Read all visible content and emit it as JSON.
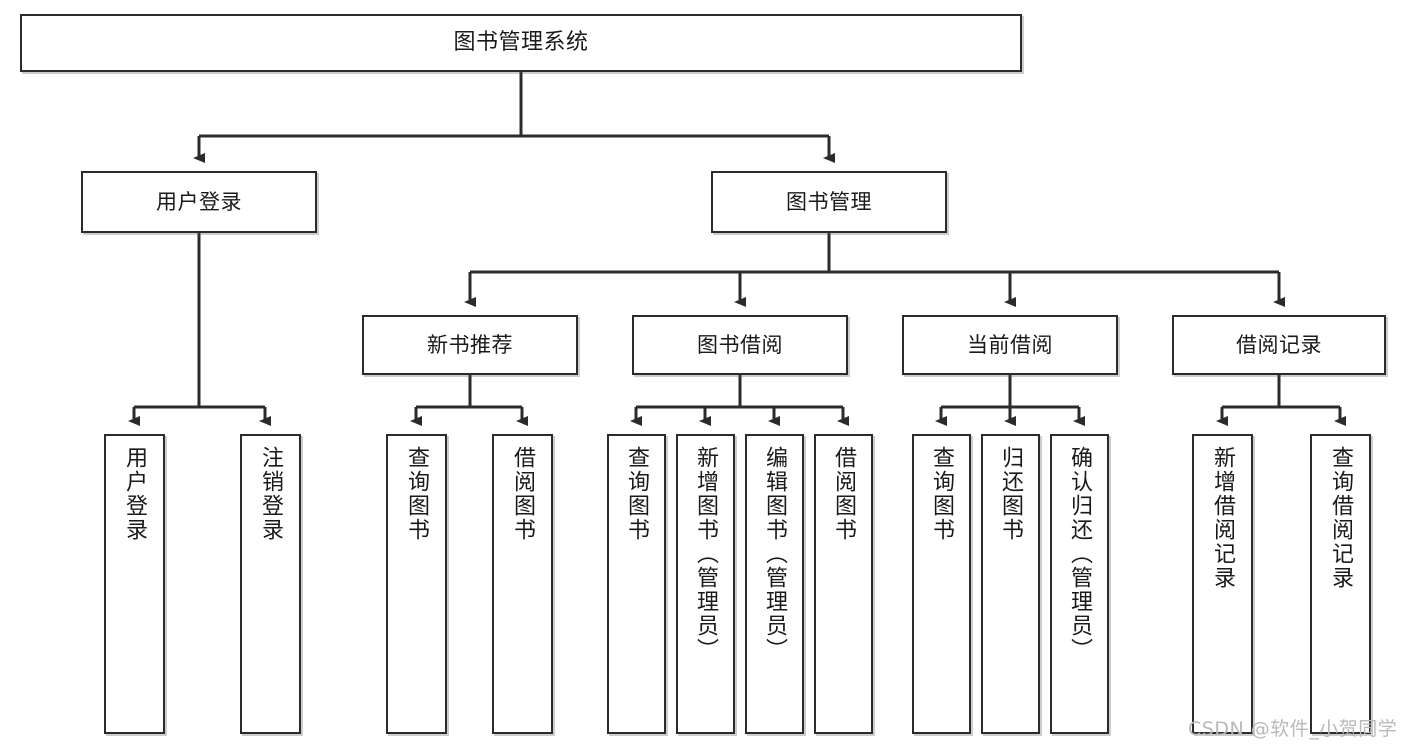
{
  "diagram": {
    "type": "tree-hierarchy",
    "title": "图书管理系统",
    "watermark": "CSDN @软件_小贺同学",
    "colors": {
      "box_border": "#2b2b2b",
      "box_fill": "#ffffff",
      "edge": "#2b2b2b",
      "text": "#1a1a1a",
      "watermark": "#b9b9b9"
    },
    "levels": {
      "level1_label": "图书管理系统",
      "level2_labels": [
        "用户登录",
        "图书管理"
      ],
      "level3_labels": [
        "新书推荐",
        "图书借阅",
        "当前借阅",
        "借阅记录"
      ]
    },
    "nodes": {
      "root": {
        "id": "root",
        "label": "图书管理系统",
        "orientation": "horizontal"
      },
      "user_login": {
        "id": "user_login",
        "label": "用户登录",
        "orientation": "horizontal"
      },
      "book_manage": {
        "id": "book_manage",
        "label": "图书管理",
        "orientation": "horizontal"
      },
      "new_book_rec": {
        "id": "new_book_rec",
        "label": "新书推荐",
        "orientation": "horizontal"
      },
      "book_borrow": {
        "id": "book_borrow",
        "label": "图书借阅",
        "orientation": "horizontal"
      },
      "current_borrow": {
        "id": "current_borrow",
        "label": "当前借阅",
        "orientation": "horizontal"
      },
      "borrow_record": {
        "id": "borrow_record",
        "label": "借阅记录",
        "orientation": "horizontal"
      },
      "leaf_user_login": {
        "id": "leaf_user_login",
        "label": "用户登录",
        "orientation": "vertical",
        "parent": "用户登录"
      },
      "leaf_logout": {
        "id": "leaf_logout",
        "label": "注销登录",
        "orientation": "vertical",
        "parent": "用户登录"
      },
      "leaf_query_book_rec": {
        "id": "leaf_query_book_rec",
        "label": "查询图书",
        "orientation": "vertical",
        "parent": "新书推荐"
      },
      "leaf_borrow_book_rec": {
        "id": "leaf_borrow_book_rec",
        "label": "借阅图书",
        "orientation": "vertical",
        "parent": "新书推荐"
      },
      "leaf_query_book": {
        "id": "leaf_query_book",
        "label": "查询图书",
        "orientation": "vertical",
        "parent": "图书借阅"
      },
      "leaf_add_book": {
        "id": "leaf_add_book",
        "label": "新增图书（管理员）",
        "orientation": "vertical",
        "parent": "图书借阅"
      },
      "leaf_edit_book": {
        "id": "leaf_edit_book",
        "label": "编辑图书（管理员）",
        "orientation": "vertical",
        "parent": "图书借阅"
      },
      "leaf_borrow_book": {
        "id": "leaf_borrow_book",
        "label": "借阅图书",
        "orientation": "vertical",
        "parent": "图书借阅"
      },
      "leaf_query_book_cur": {
        "id": "leaf_query_book_cur",
        "label": "查询图书",
        "orientation": "vertical",
        "parent": "当前借阅"
      },
      "leaf_return_book": {
        "id": "leaf_return_book",
        "label": "归还图书",
        "orientation": "vertical",
        "parent": "当前借阅"
      },
      "leaf_confirm_return": {
        "id": "leaf_confirm_return",
        "label": "确认归还（管理员）",
        "orientation": "vertical",
        "parent": "当前借阅"
      },
      "leaf_add_record": {
        "id": "leaf_add_record",
        "label": "新增借阅记录",
        "orientation": "vertical",
        "parent": "借阅记录"
      },
      "leaf_query_record": {
        "id": "leaf_query_record",
        "label": "查询借阅记录",
        "orientation": "vertical",
        "parent": "借阅记录"
      }
    }
  }
}
